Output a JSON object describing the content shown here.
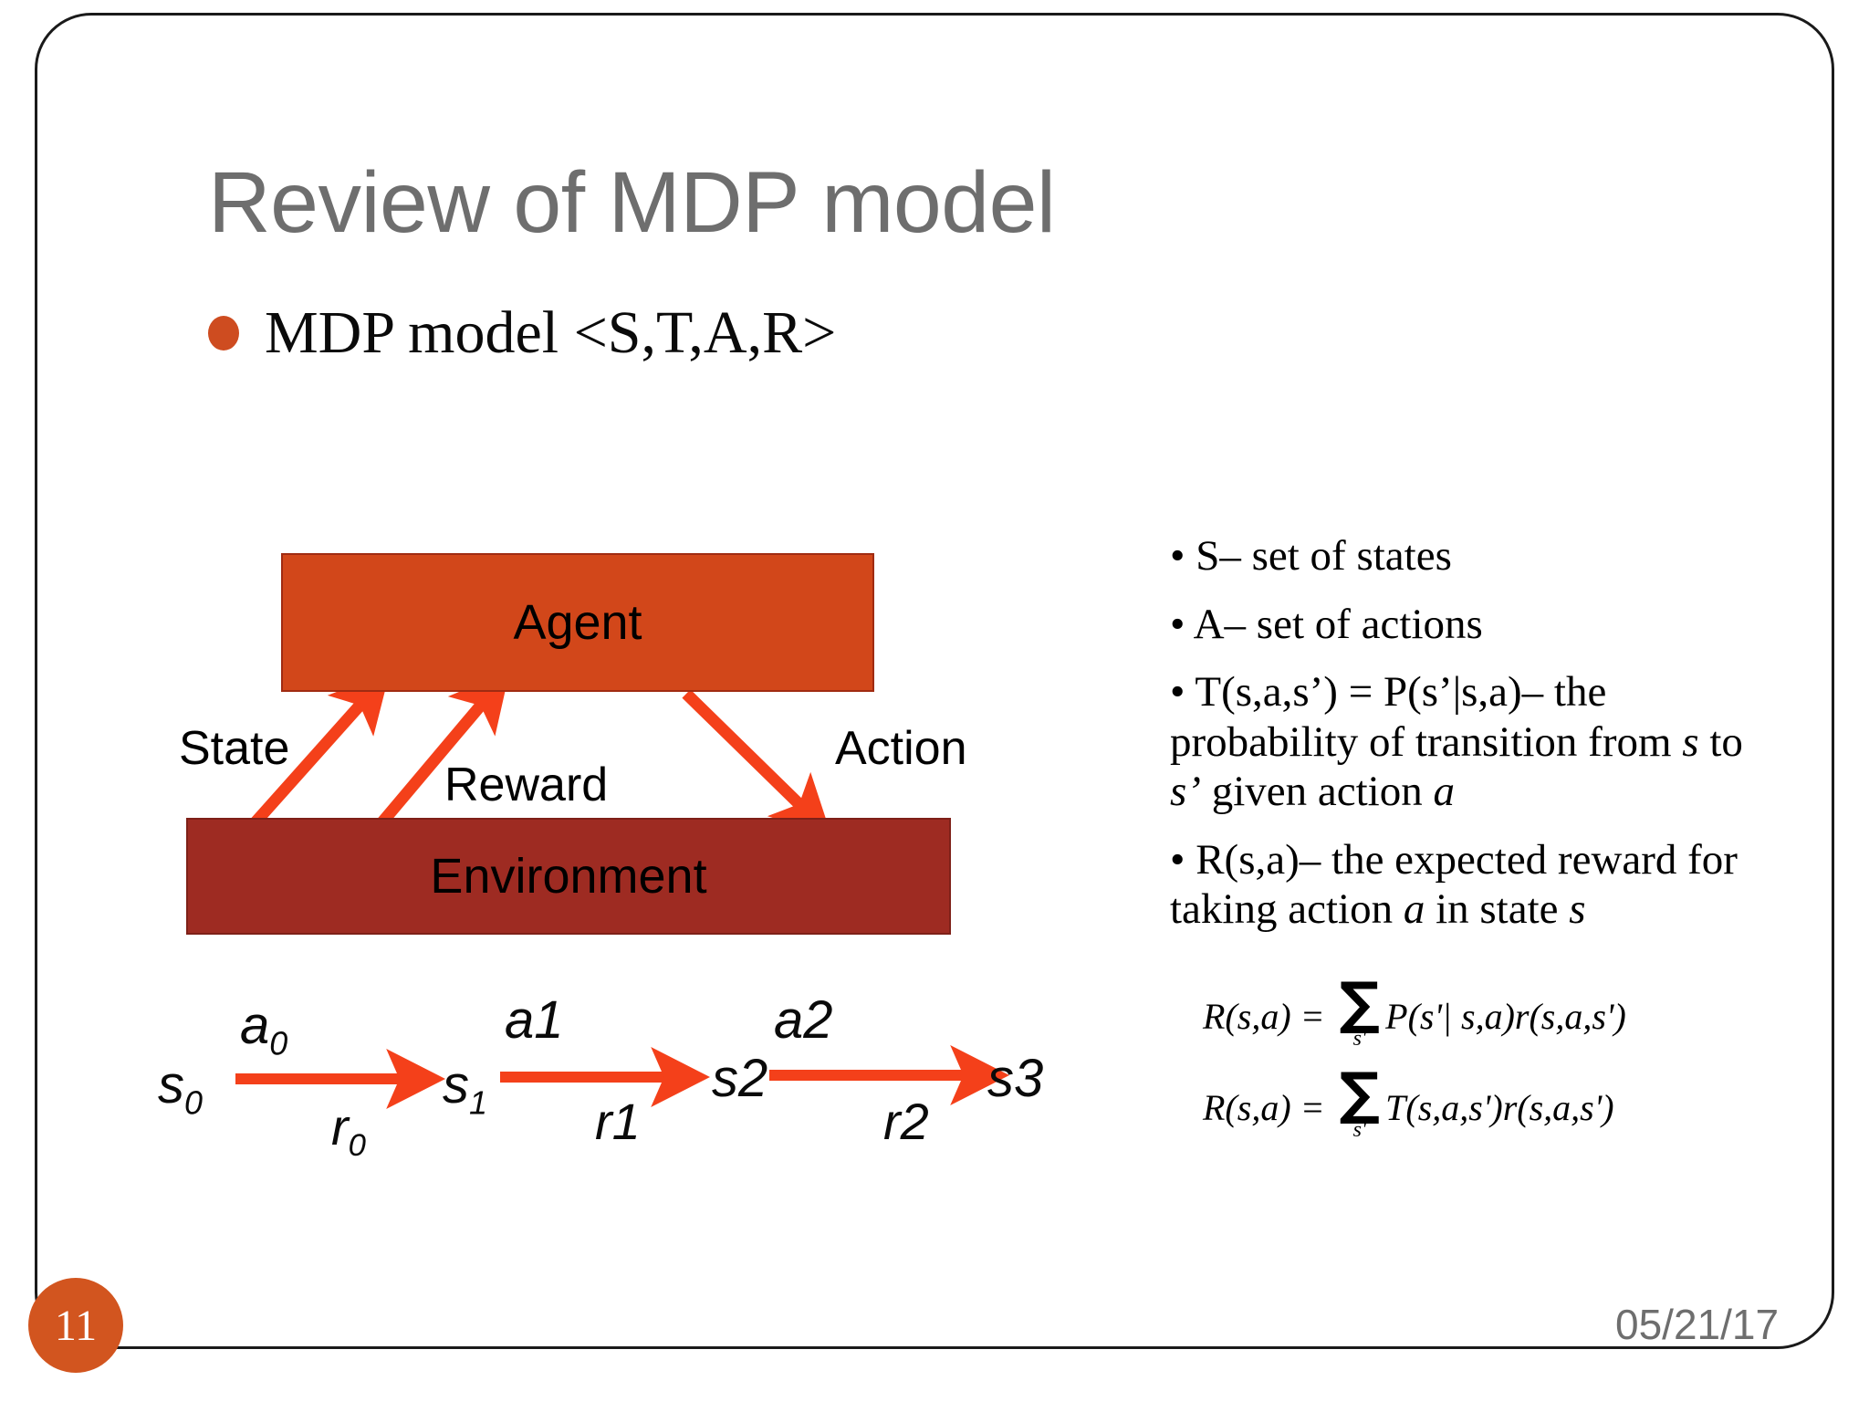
{
  "slide": {
    "title": "Review of MDP model",
    "page_number": "11",
    "date": "05/21/17",
    "accent_color": "#D2551F",
    "title_color": "#6E6E6E"
  },
  "bullet": {
    "text": "MDP model <S,T,A,R>",
    "dot_color": "#CE4C20"
  },
  "diagram": {
    "agent_box": {
      "label": "Agent",
      "fill": "#D2471A",
      "border": "#A02B12"
    },
    "environment_box": {
      "label": "Environment",
      "fill": "#9E2B22",
      "border": "#7E2018"
    },
    "arrow_color": "#F4401A",
    "labels": {
      "state": "State",
      "reward": "Reward",
      "action": "Action"
    }
  },
  "chain": {
    "states": [
      "s",
      "s",
      "s2",
      "s3"
    ],
    "state_subscripts": [
      "0",
      "1",
      "",
      ""
    ],
    "actions": [
      "a",
      "a1",
      "a2"
    ],
    "action_subscripts": [
      "0",
      "",
      ""
    ],
    "rewards": [
      "r",
      "r1",
      "r2"
    ],
    "reward_subscripts": [
      "0",
      "",
      ""
    ],
    "arrow_color": "#F4401A"
  },
  "definitions": [
    "• S– set of states",
    "• A– set of actions",
    "• T(s,a,s’) = P(s’|s,a)– the probability of transition from s to s’ given action a",
    "• R(s,a)– the expected reward for taking action a in state s"
  ],
  "definitions_parts": {
    "d1": "• S– set of states",
    "d2": "• A– set of actions",
    "d3a": "• T(s,a,s’) = P(s’|s,a)– the probability of transition from ",
    "d3b": "s",
    "d3c": " to ",
    "d3d": "s’",
    "d3e": " given action ",
    "d3f": "a",
    "d4a": "• R(s,a)– the expected reward for taking action ",
    "d4b": "a",
    "d4c": " in state ",
    "d4d": "s"
  },
  "equations": [
    {
      "lhs": "R(s,a) =",
      "sigma": "∑",
      "limit": "s'",
      "rhs": "P(s'| s,a)r(s,a,s')"
    },
    {
      "lhs": "R(s,a) =",
      "sigma": "∑",
      "limit": "s'",
      "rhs": "T(s,a,s')r(s,a,s')"
    }
  ]
}
